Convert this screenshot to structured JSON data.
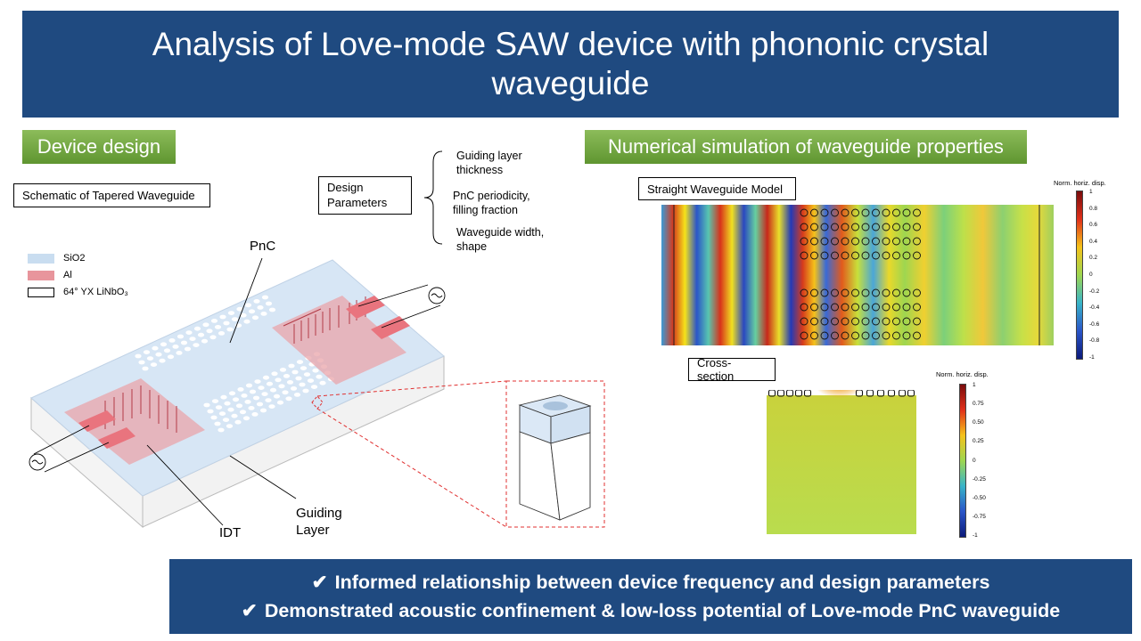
{
  "title": "Analysis of Love-mode SAW device with phononic crystal waveguide",
  "left_section": {
    "tag": "Device design",
    "schematic_label": "Schematic of Tapered Waveguide",
    "design_label": "Design Parameters",
    "parameters": [
      "Guiding layer thickness",
      "PnC periodicity, filling fraction",
      "Waveguide width, shape"
    ],
    "legend": [
      {
        "label": "SiO2",
        "color": "#c9ddf0"
      },
      {
        "label": "Al",
        "color": "#e8959c"
      },
      {
        "label": "64° YX LiNbO₃",
        "color": "#ffffff"
      }
    ],
    "callouts": {
      "pnc": "PnC",
      "idt": "IDT",
      "guiding": "Guiding Layer"
    },
    "colors": {
      "sio2": "#d7e6f5",
      "al": "#e9a4aa",
      "substrate": "#f4f4f4",
      "callout": "#e03030"
    }
  },
  "right_section": {
    "tag": "Numerical simulation of waveguide properties",
    "straight_label": "Straight Waveguide Model",
    "cross_label": "Cross-section",
    "colorbar1": {
      "title": "Norm. horiz. disp.",
      "ticks": [
        "1",
        "0.8",
        "0.6",
        "0.4",
        "0.2",
        "0",
        "-0.2",
        "-0.4",
        "-0.6",
        "-0.8",
        "-1"
      ]
    },
    "colorbar2": {
      "title": "Norm. horiz. disp.",
      "ticks": [
        "1",
        "0.75",
        "0.50",
        "0.25",
        "0",
        "-0.25",
        "-0.50",
        "-0.75",
        "-1"
      ]
    }
  },
  "conclusions": [
    "Informed relationship between device frequency and design parameters",
    "Demonstrated acoustic confinement & low-loss potential of Love-mode PnC waveguide"
  ],
  "theme": {
    "banner": "#1f4a80",
    "tag_green": "#6fa33e"
  }
}
